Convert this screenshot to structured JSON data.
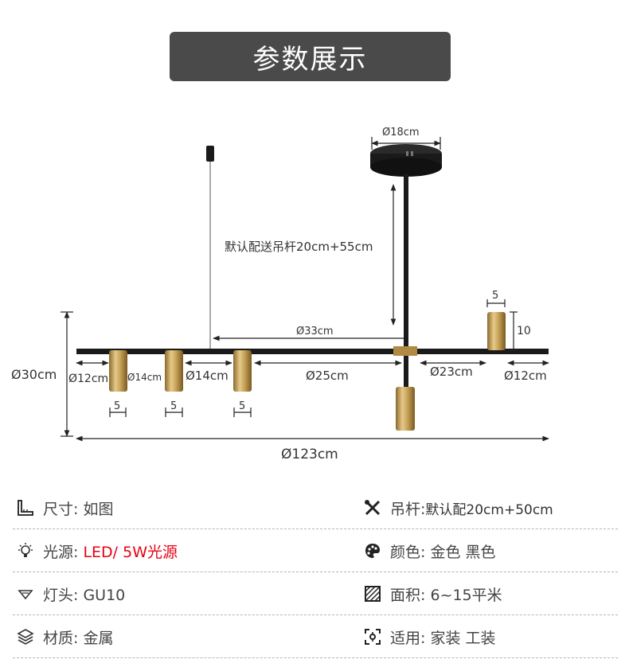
{
  "title": "参数展示",
  "colors": {
    "accent_red": "#e60012",
    "title_bg": "#4a4a4a",
    "gold": "#c9a55a",
    "black": "#1a1a1a"
  },
  "dimensions": {
    "canopy": "Ø18cm",
    "rod_note": "默认配送吊杆20cm+55cm",
    "span_33": "Ø33cm",
    "height_30": "Ø30cm",
    "seg_12_left": "Ø12cm",
    "seg_14_a": "Ø14cm",
    "seg_14_b": "Ø14cm",
    "seg_25": "Ø25cm",
    "seg_23": "Ø23cm",
    "seg_12_right": "Ø12cm",
    "total": "Ø123cm",
    "shade_w_1": "5",
    "shade_w_2": "5",
    "shade_w_3": "5",
    "shade_w_top": "5",
    "shade_h_top": "10"
  },
  "specs": {
    "size": {
      "icon": "ruler-icon",
      "label": "尺寸:",
      "value": "如图"
    },
    "rod": {
      "icon": "tools-icon",
      "label": "吊杆:",
      "value": "默认配20cm+50cm"
    },
    "light": {
      "icon": "bulb-icon",
      "label": "光源:",
      "value": "LED/ 5W光源"
    },
    "color": {
      "icon": "palette-icon",
      "label": "颜色:",
      "value": "金色 黑色"
    },
    "socket": {
      "icon": "lamp-icon",
      "label": "灯头:",
      "value": "GU10"
    },
    "area": {
      "icon": "area-icon",
      "label": "面积:",
      "value": "6~15平米"
    },
    "material": {
      "icon": "layers-icon",
      "label": "材质:",
      "value": "金属"
    },
    "usage": {
      "icon": "scope-icon",
      "label": "适用:",
      "value": "家装 工装"
    }
  }
}
